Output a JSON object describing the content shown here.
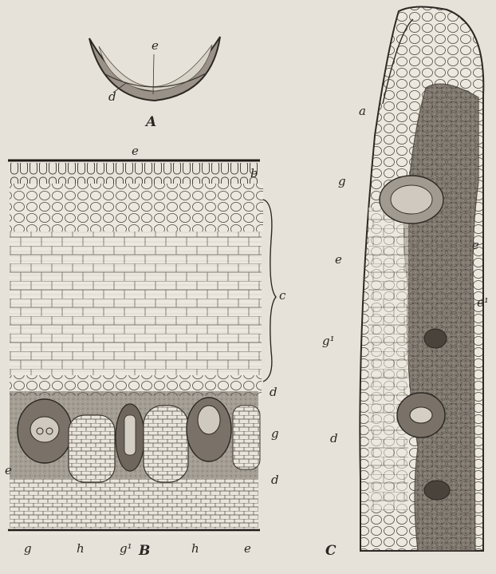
{
  "figure": {
    "panel_labels": {
      "A": "A",
      "B": "B",
      "C": "C"
    },
    "labels": {
      "a_e": "e",
      "a_d": "d",
      "b_e_top": "e",
      "b_b": "b",
      "b_c": "c",
      "b_d_right": "d",
      "b_g_right": "g",
      "b_e_left": "e",
      "b_d_right2": "d",
      "b_g_bottom": "g",
      "b_h_bottom1": "h",
      "b_g1_bottom": "g¹",
      "b_h_bottom2": "h",
      "b_e_bottom": "e",
      "c_a": "a",
      "c_g": "g",
      "c_e_left": "e",
      "c_g1": "g¹",
      "c_d": "d",
      "c_e_right": "e",
      "c_e1": "e¹"
    }
  }
}
